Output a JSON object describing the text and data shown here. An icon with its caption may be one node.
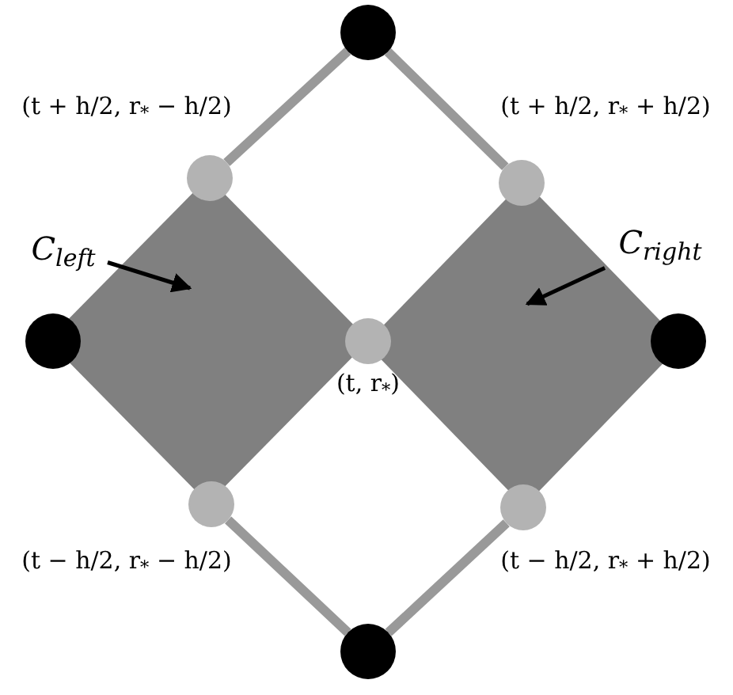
{
  "diagram": {
    "nodes": [
      {
        "text": [],
        "shape": "circle"
      },
      {
        "text": [],
        "shape": "circle",
        "beside": [
          "(t + h/2, r$_{*}$ − h/2)"
        ]
      },
      {
        "text": [],
        "shape": "circle",
        "beside": [
          "(t + h/2, r$_{*}$ + h/2)"
        ]
      },
      {
        "text": [
          "C$_{left}$"
        ]
      },
      {
        "text": [
          "C$_{right}$"
        ]
      },
      {
        "text": [],
        "shape": "diamond"
      },
      {
        "text": [],
        "shape": "diamond"
      },
      {
        "text": [],
        "shape": "circle"
      },
      {
        "text": [],
        "shape": "circle",
        "beside": [
          "(t, r$_{*}$)"
        ]
      },
      {
        "text": [],
        "shape": "circle"
      },
      {
        "text": [],
        "shape": "circle",
        "beside": [
          "(t − h/2, r$_{*}$ − h/2)"
        ]
      },
      {
        "text": [],
        "shape": "circle",
        "beside": [
          "(t − h/2, r$_{*}$ + h/2)"
        ]
      },
      {
        "text": [],
        "shape": "circle"
      }
    ],
    "edges": [
      {
        "from": 0,
        "to": 1,
        "arrow": "none"
      },
      {
        "from": 0,
        "to": 2,
        "arrow": "none"
      },
      {
        "from": 10,
        "to": 12,
        "arrow": "none"
      },
      {
        "from": 11,
        "to": 12,
        "arrow": "none"
      },
      {
        "from": 3,
        "to": 5,
        "arrow": "to",
        "color": "#000000"
      },
      {
        "from": 4,
        "to": 6,
        "arrow": "to",
        "color": "#000000"
      }
    ]
  }
}
